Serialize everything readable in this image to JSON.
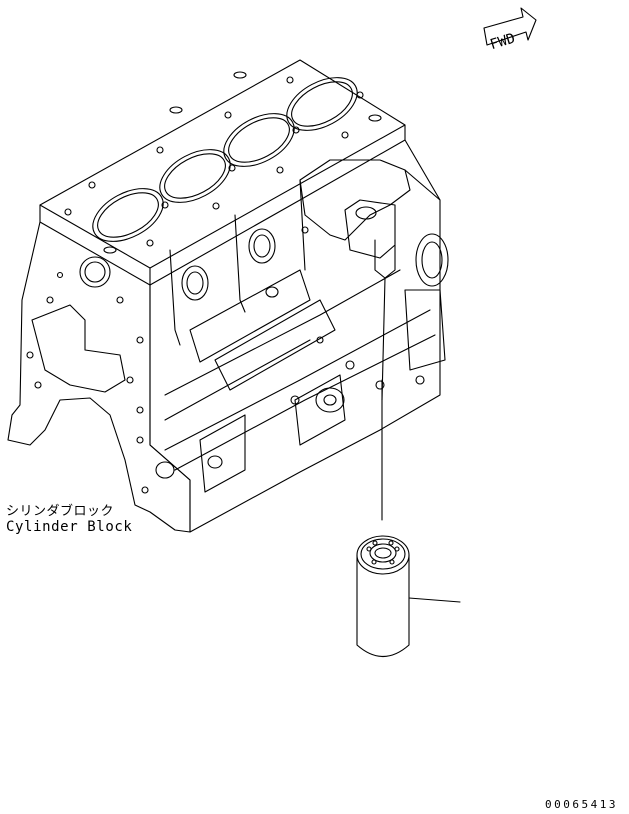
{
  "labels": {
    "block_name_jp": "シリンダブロック",
    "block_name_en": "Cylinder Block",
    "direction": "FWD",
    "drawing_code": "00065413"
  }
}
